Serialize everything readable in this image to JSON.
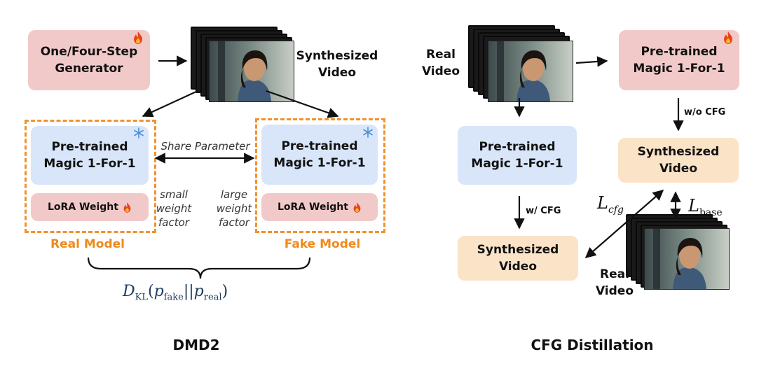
{
  "dmd2": {
    "generator_label": "One/Four-Step Generator",
    "synth_video_label": "Synthesized Video",
    "real_model_box": "Pre-trained Magic 1-For-1",
    "fake_model_box": "Pre-trained Magic 1-For-1",
    "lora_label": "LoRA Weight",
    "share_parameter": "Share Parameter",
    "small_factor": "small weight factor",
    "large_factor": "large weight factor",
    "real_model_caption": "Real Model",
    "fake_model_caption": "Fake Model",
    "loss_d": "D",
    "loss_kl": "KL",
    "loss_open": "(",
    "loss_p1": "p",
    "loss_fake": "fake",
    "loss_bars": "||",
    "loss_p2": "p",
    "loss_real": "real",
    "loss_close": ")",
    "title": "DMD2"
  },
  "cfg": {
    "real_video_top": "Real Video",
    "pretrained_top": "Pre-trained Magic 1-For-1",
    "wo_cfg": "w/o CFG",
    "synth_right": "Synthesized Video",
    "pretrained_left": "Pre-trained Magic 1-For-1",
    "w_cfg": "w/ CFG",
    "synth_left": "Synthesized Video",
    "l_cfg_L": "L",
    "l_cfg_sub": "cfg",
    "l_base_L": "L",
    "l_base_sub": "base",
    "real_video_bottom": "Real Video",
    "title": "CFG Distillation"
  },
  "colors": {
    "trainable_pink": "#f2c9c9",
    "frozen_blue": "#d9e6fa",
    "output_peach": "#fbe3c7",
    "accent_orange": "#f0922e"
  },
  "icons": [
    "flame-icon",
    "snowflake-icon",
    "video-frames"
  ]
}
